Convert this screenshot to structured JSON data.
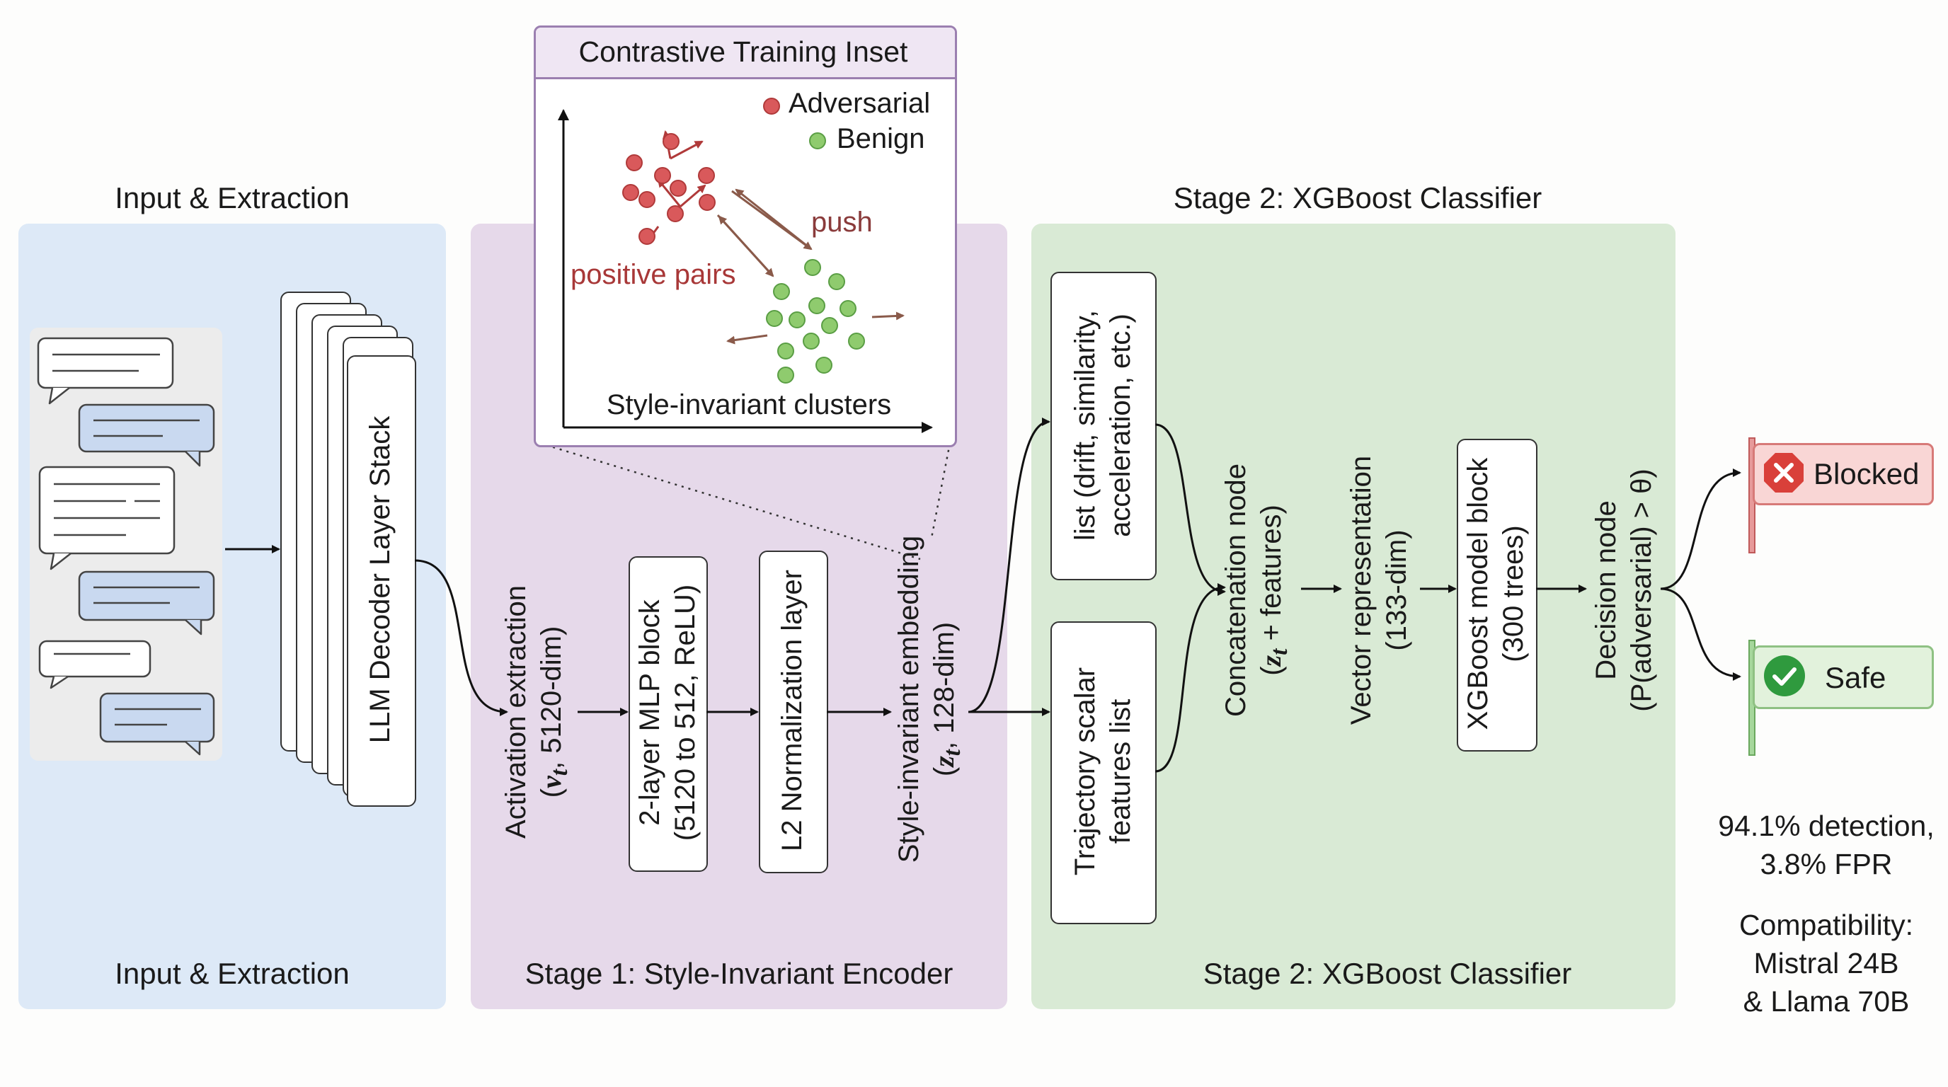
{
  "panels": {
    "input": {
      "title_top": "Input & Extraction",
      "title_bottom": "Input & Extraction"
    },
    "stage1": {
      "title_bottom": "Stage 1: Style-Invariant Encoder"
    },
    "stage2": {
      "title_top": "Stage 2: XGBoost Classifier",
      "title_bottom": "Stage 2: XGBoost Classifier"
    }
  },
  "nodes": {
    "llm_stack": "LLM Decoder Layer Stack",
    "activation": {
      "line1": "Activation extraction",
      "line2_pre": "(",
      "var": "v",
      "sub": "t",
      "line2_post": ", 5120-dim)"
    },
    "mlp": {
      "line1": "2-layer MLP block",
      "line2": "(5120 to 512, ReLU)"
    },
    "l2": "L2 Normalization layer",
    "embedding": {
      "line1": "Style-invariant embedding",
      "line2_pre": "(",
      "var": "z",
      "sub": "t",
      "line2_post": ", 128-dim)"
    },
    "features_list": {
      "line1": "list (drift, similarity,",
      "line2": "acceleration, etc.)"
    },
    "trajectory": {
      "line1": "Trajectory scalar",
      "line2": "features list"
    },
    "concat": {
      "line1": "Concatenation node",
      "line2_pre": "(",
      "var": "z",
      "sub": "t",
      "line2_post": " + features)"
    },
    "vector": {
      "line1": "Vector representation",
      "line2": "(133-dim)"
    },
    "xgb": {
      "line1": "XGBoost model block",
      "line2": "(300 trees)"
    },
    "decision": {
      "line1": "Decision node",
      "line2": "(P(adversarial) > θ)"
    }
  },
  "inset": {
    "title": "Contrastive Training Inset",
    "legend": [
      {
        "label": "Adversarial",
        "color": "#d9595b"
      },
      {
        "label": "Benign",
        "color": "#8fcb6e"
      }
    ],
    "label_push": "push",
    "label_pairs": "positive pairs",
    "xlabel": "Style-invariant clusters"
  },
  "outputs": {
    "blocked": {
      "label": "Blocked",
      "icon": "x-icon",
      "color": "#d9403a"
    },
    "safe": {
      "label": "Safe",
      "icon": "check-icon",
      "color": "#2f9a3e"
    }
  },
  "metrics": {
    "line1": "94.1% detection,",
    "line2": "3.8% FPR",
    "compat1": "Compatibility:",
    "compat2": "Mistral 24B",
    "compat3": "& Llama 70B"
  },
  "colors": {
    "input_bg": "#dde9f7",
    "stage1_bg": "#e6d9ea",
    "stage2_bg": "#d9ead5",
    "inset_border": "#9b7fb0",
    "adversarial": "#d9595b",
    "benign": "#8fcb6e"
  }
}
